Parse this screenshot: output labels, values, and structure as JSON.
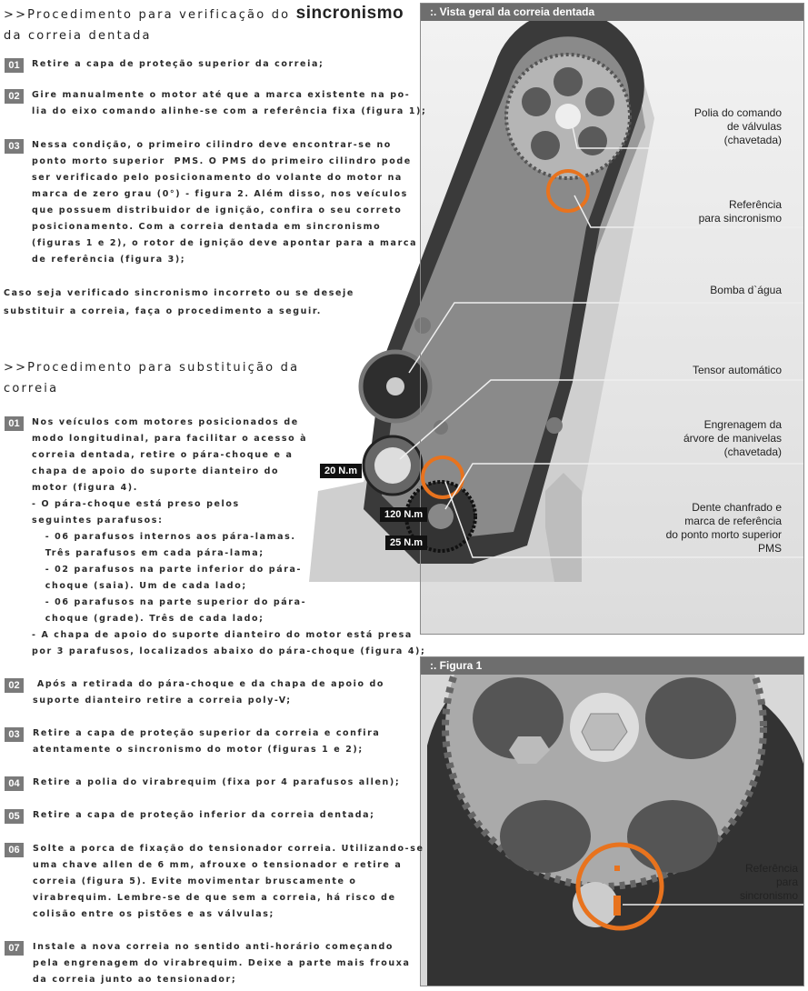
{
  "section1": {
    "title_prefix": ">>Procedimento para verificação do",
    "title_bold": "sincronismo",
    "title_line2": "da correia dentada",
    "steps": [
      {
        "num": "01",
        "lines": [
          "Retire a capa de proteção superior da correia;"
        ]
      },
      {
        "num": "02",
        "lines": [
          "Gire manualmente o motor até que a marca existente na po-",
          "lia do eixo comando alinhe-se com a referência fixa (figura 1);"
        ]
      },
      {
        "num": "03",
        "lines": [
          "Nessa condição, o primeiro cilindro deve encontrar-se no",
          "ponto morto superior  PMS. O PMS do primeiro cilindro pode",
          "ser verificado pelo posicionamento do volante do motor na",
          "marca de zero grau (0°) - figura 2. Além disso, nos veículos",
          "que possuem distribuidor de ignição, confira o seu correto",
          "posicionamento. Com a correia dentada em sincronismo",
          "(figuras 1 e 2), o rotor de ignição deve apontar para a marca",
          "de referência (figura 3);"
        ]
      }
    ],
    "note": [
      "Caso seja verificado sincronismo incorreto ou se deseje",
      "substituir a correia, faça o procedimento a seguir."
    ]
  },
  "section2": {
    "title": ">>Procedimento para substituição da",
    "title_line2": "correia",
    "steps": [
      {
        "num": "01",
        "lines": [
          "Nos veículos com motores posicionados de",
          "modo longitudinal, para facilitar o acesso à",
          "correia dentada, retire o pára-choque e a",
          "chapa de apoio do suporte dianteiro do",
          "motor (figura 4).",
          "- O pára-choque está preso pelos",
          "seguintes parafusos:",
          "   - 06 parafusos internos aos pára-lamas.",
          "   Três parafusos em cada pára-lama;",
          "   - 02 parafusos na parte inferior do pára-",
          "   choque (saia). Um de cada lado;",
          "   - 06 parafusos na parte superior do pára-",
          "   choque (grade). Três de cada lado;",
          "- A chapa de apoio do suporte dianteiro do motor está presa",
          "por 3 parafusos, localizados abaixo do pára-choque (figura 4);"
        ]
      },
      {
        "num": "02",
        "lines": [
          " Após a retirada do pára-choque e da chapa de apoio do",
          "suporte dianteiro retire a correia poly-V;"
        ]
      },
      {
        "num": "03",
        "lines": [
          "Retire a capa de proteção superior da correia e confira",
          "atentamente o sincronismo do motor (figuras 1 e 2);"
        ]
      },
      {
        "num": "04",
        "lines": [
          "Retire a polia do virabrequim (fixa por 4 parafusos allen);"
        ]
      },
      {
        "num": "05",
        "lines": [
          "Retire a capa de proteção inferior da correia dentada;"
        ]
      },
      {
        "num": "06",
        "lines": [
          "Solte a porca de fixação do tensionador correia. Utilizando-se",
          "uma chave allen de 6 mm, afrouxe o tensionador e retire a",
          "correia (figura 5). Evite movimentar bruscamente o",
          "virabrequim. Lembre-se de que sem a correia, há risco de",
          "colisão entre os pistões e as válvulas;"
        ]
      },
      {
        "num": "07",
        "lines": [
          "Instale a nova correia no sentido anti-horário começando",
          "pela engrenagem do virabrequim. Deixe a parte mais frouxa",
          "da correia junto ao tensionador;"
        ]
      }
    ]
  },
  "panel_overview": {
    "title": ":. Vista geral da correia dentada",
    "labels": {
      "cam_pulley": [
        "Polia do comando",
        "de válvulas",
        "(chavetada)"
      ],
      "sync_ref": [
        "Referência",
        "para sincronismo"
      ],
      "water_pump": [
        "Bomba d`água"
      ],
      "tensioner": [
        "Tensor automático"
      ],
      "crank_gear": [
        "Engrenagem da",
        "árvore de manivelas",
        "(chavetada)"
      ],
      "tdc_mark": [
        "Dente chanfrado e",
        "marca de referência",
        "do ponto morto superior",
        "PMS"
      ]
    },
    "torques": [
      "20 N.m",
      "120 N.m",
      "25 N.m"
    ]
  },
  "panel_figure1": {
    "title": ":. Figura 1",
    "label": [
      "Referência",
      "para",
      "sincronismo"
    ]
  },
  "colors": {
    "accent": "#e8731e",
    "header": "#6e6e6e",
    "badge": "#7a7a7a"
  }
}
